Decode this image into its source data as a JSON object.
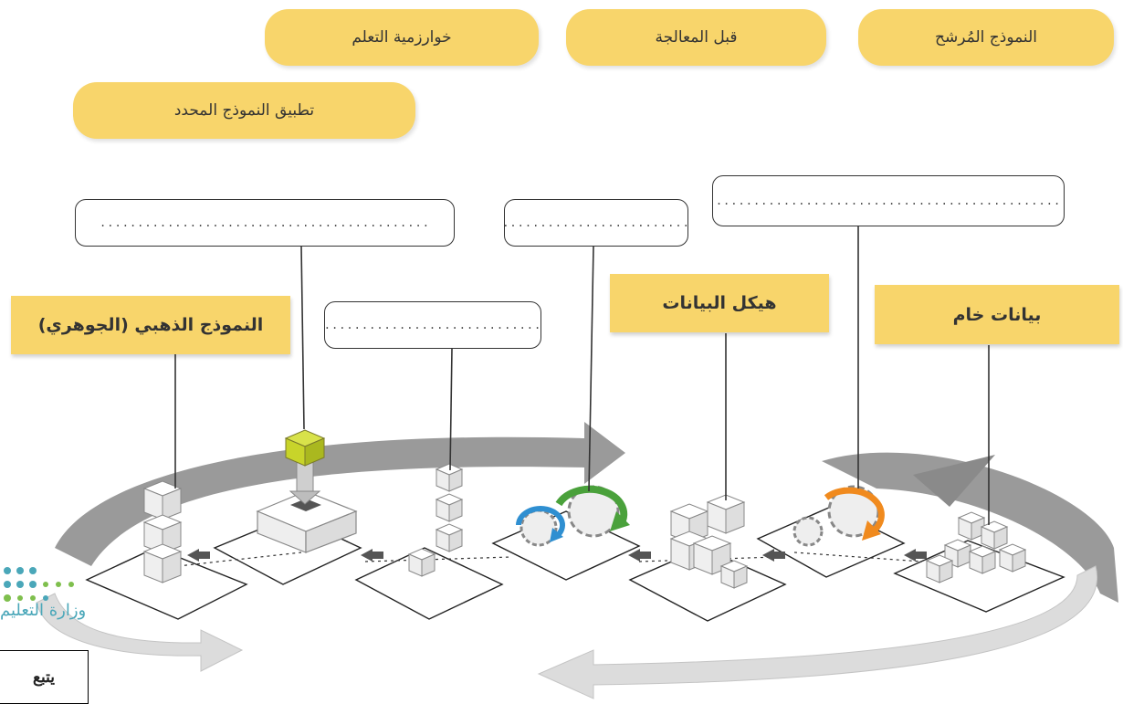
{
  "options": [
    {
      "id": "candidate_model",
      "text": "النموذج المُرشح"
    },
    {
      "id": "preprocessing",
      "text": "قبل المعالجة"
    },
    {
      "id": "learning_algorithm",
      "text": "خوارزمية التعلم"
    },
    {
      "id": "apply_model",
      "text": "تطبيق النموذج المحدد"
    }
  ],
  "labels": {
    "raw_data": "بيانات خام",
    "data_structure": "هيكل البيانات",
    "golden_model": "النموذج الذهبي (الجوهري)"
  },
  "blanks": {
    "blank_1": "............................................",
    "blank_2": "...........................",
    "blank_3": "..........................................................",
    "blank_4": "..............................."
  },
  "logo": {
    "text": "وزارة التعليم"
  },
  "footer": {
    "follow": "يتبع"
  },
  "colors": {
    "chip": "#f8d56b",
    "arrow_dark": "#8f8f8f",
    "arrow_light": "#dcdcdc",
    "gear_orange": "#f08a1e",
    "gear_green": "#4aa13b",
    "gear_blue": "#2f8fd1",
    "new_model_cube": "#c8d42a",
    "logo_teal": "#4aa7b9",
    "logo_green": "#7fbf4d"
  }
}
